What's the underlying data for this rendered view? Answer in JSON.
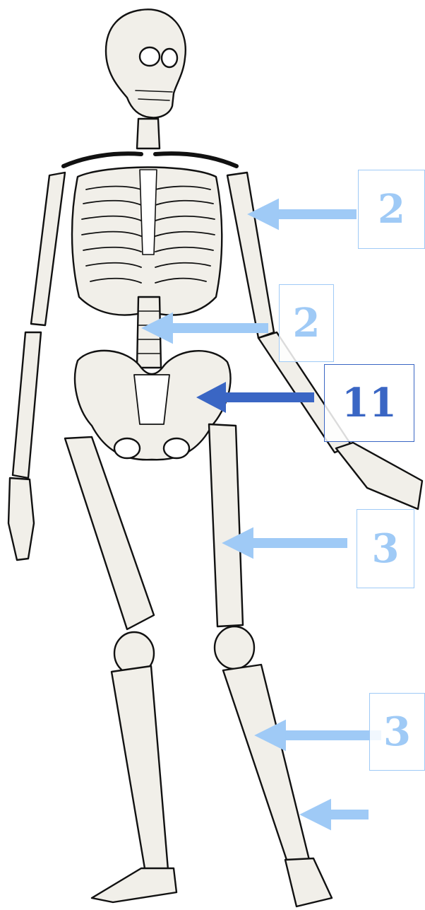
{
  "colors": {
    "light_arrow": "#9fcaf6",
    "dark_arrow": "#3a66c4",
    "bone_fill": "#f1efe9",
    "bone_outline": "#111111"
  },
  "labels": [
    {
      "text": "2",
      "style": "light"
    },
    {
      "text": "2",
      "style": "light"
    },
    {
      "text": "11",
      "style": "dark"
    },
    {
      "text": "3",
      "style": "light"
    },
    {
      "text": "3",
      "style": "light"
    }
  ]
}
